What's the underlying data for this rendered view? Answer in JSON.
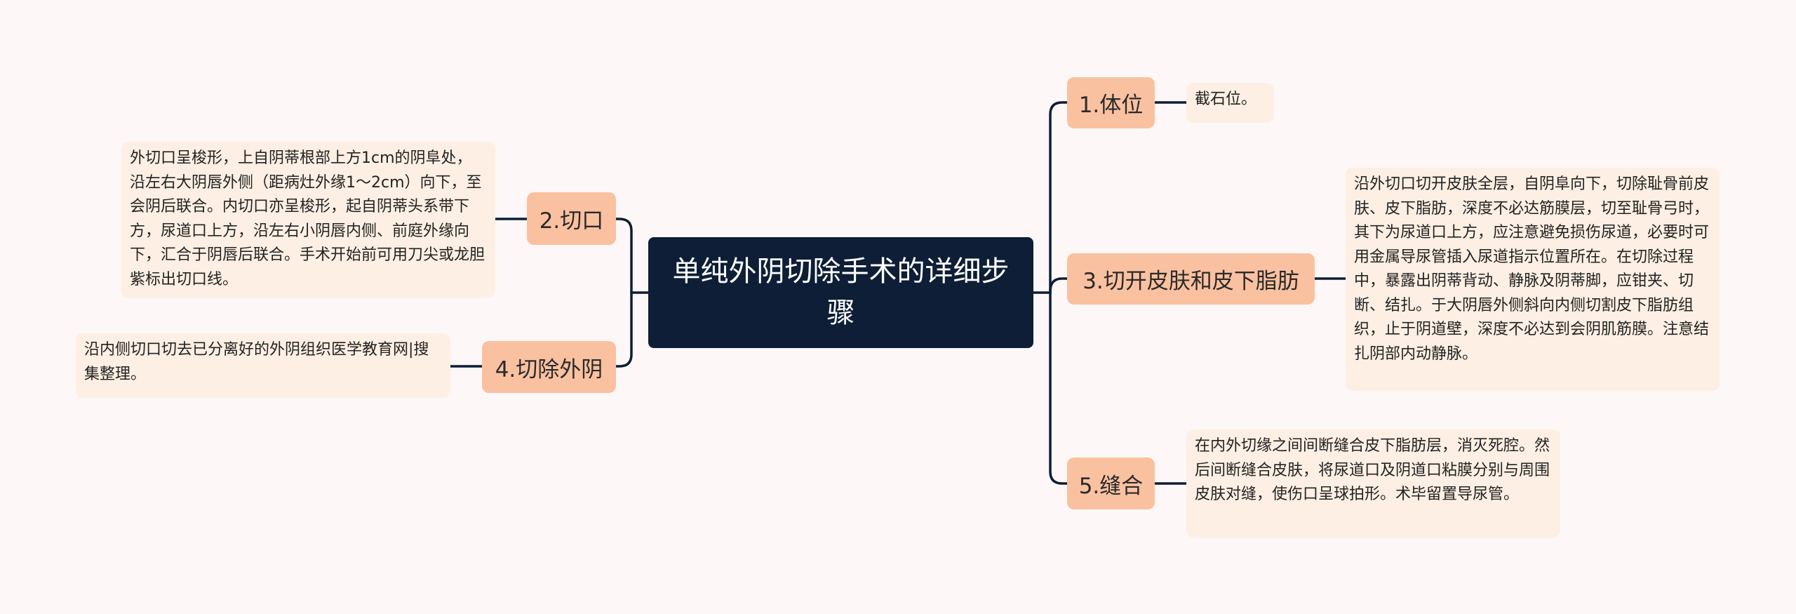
{
  "mindmap": {
    "root": {
      "label": "单纯外阴切除手术的详细步骤"
    },
    "branches": [
      {
        "label": "1.体位",
        "detail": "截石位。"
      },
      {
        "label": "2.切口",
        "detail": "外切口呈梭形，上自阴蒂根部上方1cm的阴阜处，沿左右大阴唇外侧（距病灶外缘1～2cm）向下，至会阴后联合。内切口亦呈梭形，起自阴蒂头系带下方，尿道口上方，沿左右小阴唇内侧、前庭外缘向下，汇合于阴唇后联合。手术开始前可用刀尖或龙胆紫标出切口线。"
      },
      {
        "label": "3.切开皮肤和皮下脂肪",
        "detail": "沿外切口切开皮肤全层，自阴阜向下，切除耻骨前皮肤、皮下脂肪，深度不必达筋膜层，切至耻骨弓时，其下为尿道口上方，应注意避免损伤尿道，必要时可用金属导尿管插入尿道指示位置所在。在切除过程中，暴露出阴蒂背动、静脉及阴蒂脚，应钳夹、切断、结扎。于大阴唇外侧斜向内侧切割皮下脂肪组织，止于阴道壁，深度不必达到会阴肌筋膜。注意结扎阴部内动静脉。"
      },
      {
        "label": "4.切除外阴",
        "detail": "沿内侧切口切去已分离好的外阴组织医学教育网|搜集整理。"
      },
      {
        "label": "5.缝合",
        "detail": "在内外切缘之间间断缝合皮下脂肪层，消灭死腔。然后间断缝合皮肤，将尿道口及阴道口粘膜分别与周围皮肤对缝，使伤口呈球拍形。术毕留置导尿管。"
      }
    ]
  },
  "colors": {
    "background": "#fdf8f7",
    "root": "#0d1e36",
    "branch": "#fac1a0",
    "leaf": "#fdefe3",
    "line": "#0d1e36"
  }
}
